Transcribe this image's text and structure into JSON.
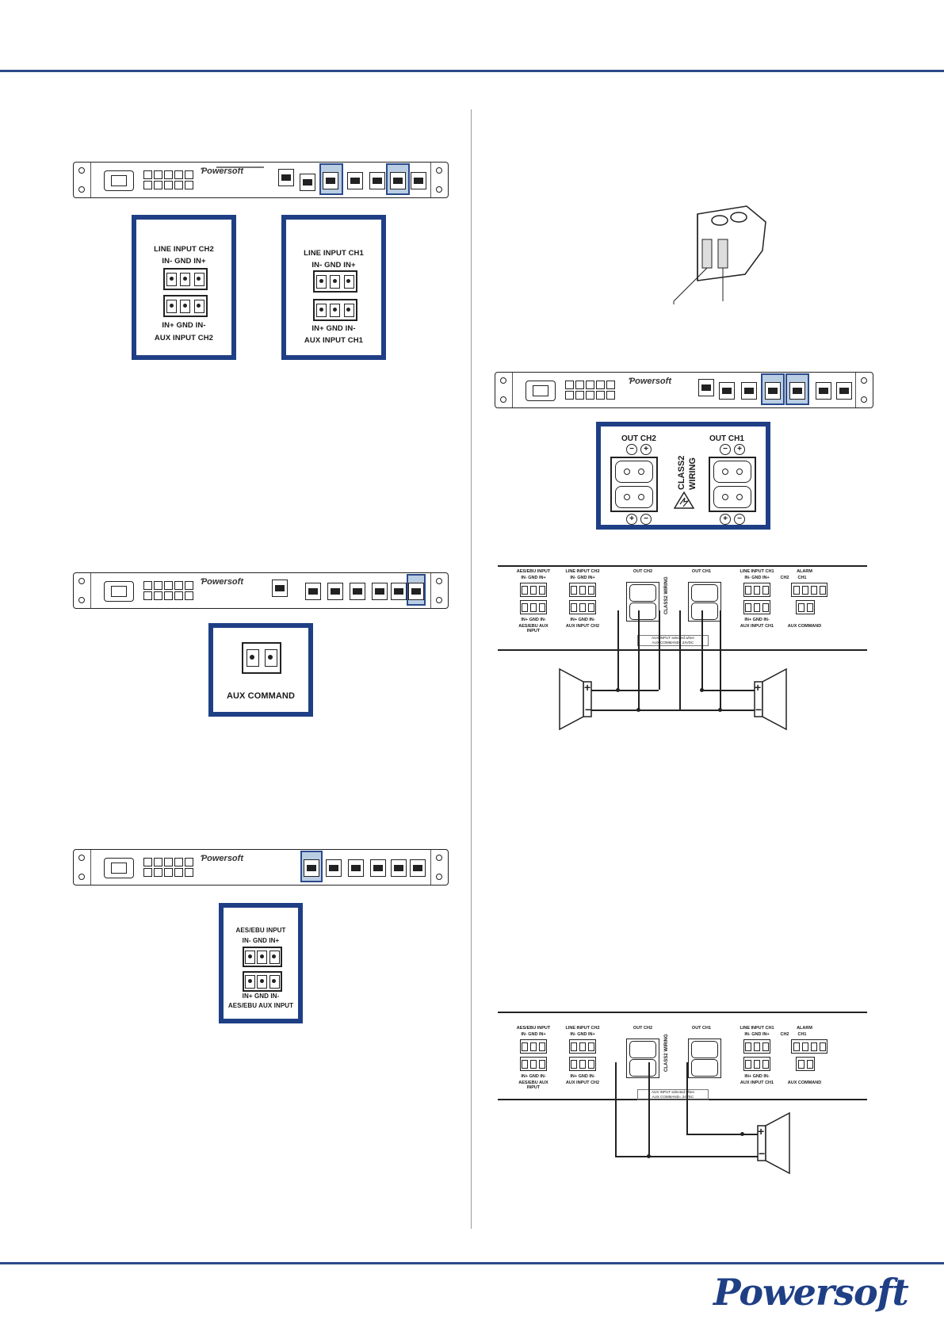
{
  "figures": {
    "line_inputs": {
      "ch2": {
        "top_label": "LINE INPUT CH2",
        "top_pins": "IN- GND IN+",
        "bottom_pins": "IN+ GND IN-",
        "bottom_label": "AUX INPUT CH2"
      },
      "ch1": {
        "top_label": "LINE INPUT CH1",
        "top_pins": "IN- GND IN+",
        "bottom_pins": "IN+ GND IN-",
        "bottom_label": "AUX INPUT CH1"
      }
    },
    "aux_command": {
      "label": "AUX COMMAND"
    },
    "aes_ebu": {
      "top_label": "AES/EBU INPUT",
      "top_pins": "IN- GND IN+",
      "bottom_pins": "IN+ GND IN-",
      "bottom_label": "AES/EBU AUX INPUT"
    },
    "outputs": {
      "ch2_label": "OUT CH2",
      "ch1_label": "OUT CH1",
      "class2_line1": "CLASS2",
      "class2_line2": "WIRING",
      "minus": "−",
      "plus": "+"
    },
    "wiring": {
      "aes_top": "AES/EBU INPUT",
      "aes_pins_top": "IN- GND IN+",
      "aes_pins_bottom": "IN+ GND IN-",
      "aes_bottom": "AES/EBU AUX INPUT",
      "line2_top": "LINE INPUT CH2",
      "line2_pins_top": "IN- GND IN+",
      "line2_pins_bottom": "IN+ GND IN-",
      "line2_bottom": "AUX INPUT CH2",
      "out2": "OUT CH2",
      "out1": "OUT CH1",
      "line1_top": "LINE INPUT CH1",
      "line1_pins_top": "IN- GND IN+",
      "line1_pins_bottom": "IN+ GND IN-",
      "line1_bottom": "AUX INPUT CH1",
      "alarm": "ALARM",
      "alarm_ch2": "CH2",
      "alarm_ch1": "CH1",
      "aux_command": "AUX COMMAND",
      "class2": "CLASS2 WIRING",
      "aux_note_1": "AUX INPUT selected when",
      "aux_note_2": "AUX COMMAND= 24VDC",
      "plus": "+",
      "minus": "−"
    }
  },
  "footer": {
    "logo_text": "Powersoft"
  },
  "colors": {
    "accent": "#1f3f85",
    "rule": "#2b4a8b",
    "highlight": "#b9cde3"
  }
}
